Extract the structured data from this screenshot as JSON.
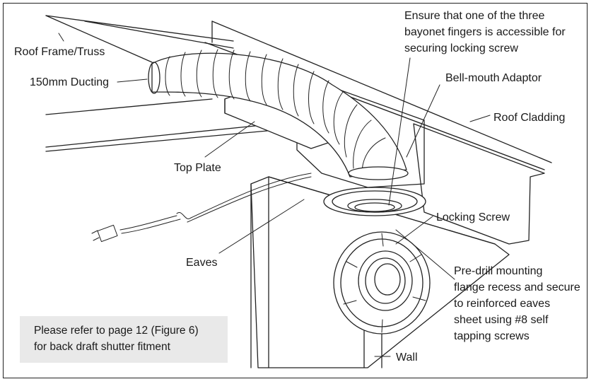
{
  "labels": {
    "roof_frame": "Roof Frame/Truss",
    "ducting": "150mm Ducting",
    "bayonet": [
      "Ensure that one of the three",
      "bayonet fingers is accessible for",
      "securing locking screw"
    ],
    "bell_mouth": "Bell-mouth Adaptor",
    "roof_cladding": "Roof Cladding",
    "top_plate": "Top Plate",
    "locking_screw": "Locking Screw",
    "eaves": "Eaves",
    "predrill": [
      "Pre-drill mounting",
      "flange recess and secure",
      "to reinforced eaves",
      "sheet using #8 self",
      "tapping screws"
    ],
    "wall": "Wall"
  },
  "note": {
    "line1": "Please refer to page 12 (Figure 6)",
    "line2": "for back draft shutter fitment"
  }
}
